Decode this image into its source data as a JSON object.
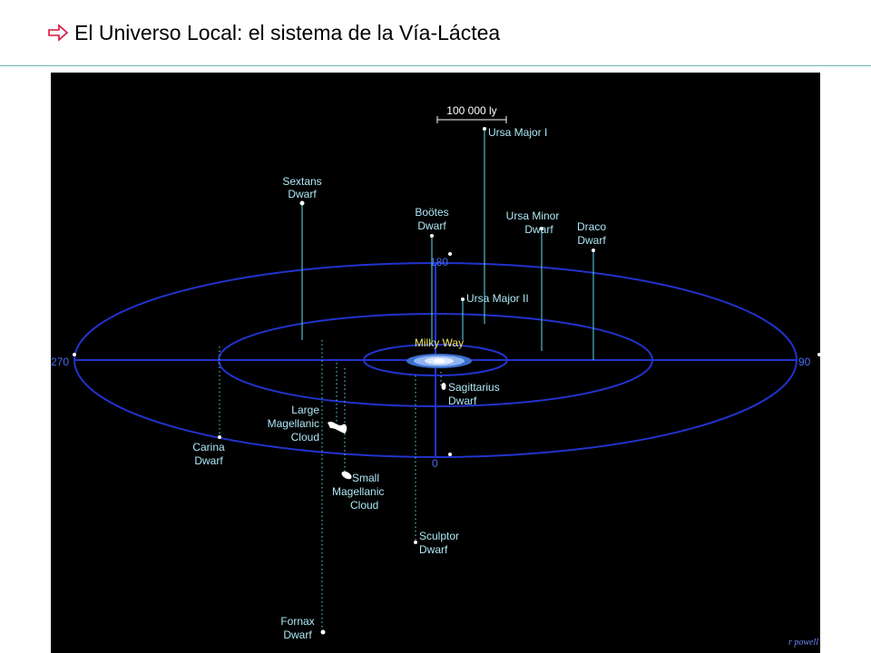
{
  "slide": {
    "title": "El Universo Local: el sistema de la Vía-Láctea",
    "bullet_icon": "hollow-right-arrow-icon",
    "accent_color": "#6fb7b5"
  },
  "diagram": {
    "background": "#000000",
    "orbit_color": "#2233cc",
    "label_color": "#aee8f7",
    "scale_bar": "100 000 ly",
    "angle_labels": {
      "top": "180",
      "left": "270",
      "right": "90",
      "bottom": "0"
    },
    "center_label": "Milky Way",
    "objects": [
      {
        "id": "ursa-major-1",
        "lines": [
          "Ursa Major I"
        ]
      },
      {
        "id": "sextans",
        "lines": [
          "Sextans",
          "Dwarf"
        ]
      },
      {
        "id": "bootes",
        "lines": [
          "Boötes",
          "Dwarf"
        ]
      },
      {
        "id": "ursa-minor",
        "lines": [
          "Ursa Minor",
          "Dwarf"
        ]
      },
      {
        "id": "draco",
        "lines": [
          "Draco",
          "Dwarf"
        ]
      },
      {
        "id": "ursa-major-2",
        "lines": [
          "Ursa Major II"
        ]
      },
      {
        "id": "sagittarius",
        "lines": [
          "Sagittarius",
          "Dwarf"
        ]
      },
      {
        "id": "lmc",
        "lines": [
          "Large",
          "Magellanic",
          "Cloud"
        ]
      },
      {
        "id": "carina",
        "lines": [
          "Carina",
          "Dwarf"
        ]
      },
      {
        "id": "smc",
        "lines": [
          "Small",
          "Magellanic",
          "Cloud"
        ]
      },
      {
        "id": "sculptor",
        "lines": [
          "Sculptor",
          "Dwarf"
        ]
      },
      {
        "id": "fornax",
        "lines": [
          "Fornax",
          "Dwarf"
        ]
      }
    ],
    "credit": "r powell"
  }
}
